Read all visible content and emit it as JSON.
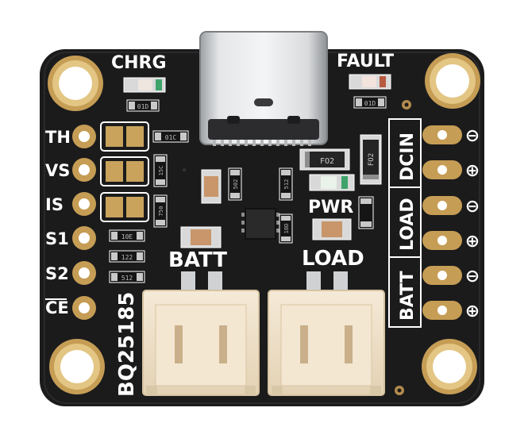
{
  "board": {
    "colors": {
      "pcb": "#1b1b1c",
      "silkscreen": "#ffffff",
      "gold": "#c9a35c",
      "copper_pad": "#b98c4a",
      "usb_metal": "#cfd1d3",
      "connector": "#efe1c8",
      "cap": "#c8966a"
    },
    "labels": {
      "chrg": "CHRG",
      "fault": "FAULT",
      "pwr": "PWR",
      "batt": "BATT",
      "load": "LOAD",
      "chip": "BQ25185",
      "right_dcin": "DCIN",
      "right_load": "LOAD",
      "right_batt": "BATT"
    },
    "left_pins": [
      "TH",
      "VS",
      "IS",
      "S1",
      "S2",
      "CE"
    ],
    "right_pin_signs": [
      "⊖",
      "⊕",
      "⊖",
      "⊕",
      "⊖",
      "⊕"
    ],
    "connector_signs": {
      "plus": "+",
      "minus": "−"
    },
    "part_codes": {
      "c1": "FO2",
      "c2": "FO2",
      "r1": "01C",
      "r2": "15C",
      "r3": "750",
      "r4": "10E",
      "r5": "122",
      "r6": "512",
      "r7": "01D",
      "r8": "01D",
      "r9": "502",
      "r10": "512",
      "r11": "10D"
    }
  }
}
